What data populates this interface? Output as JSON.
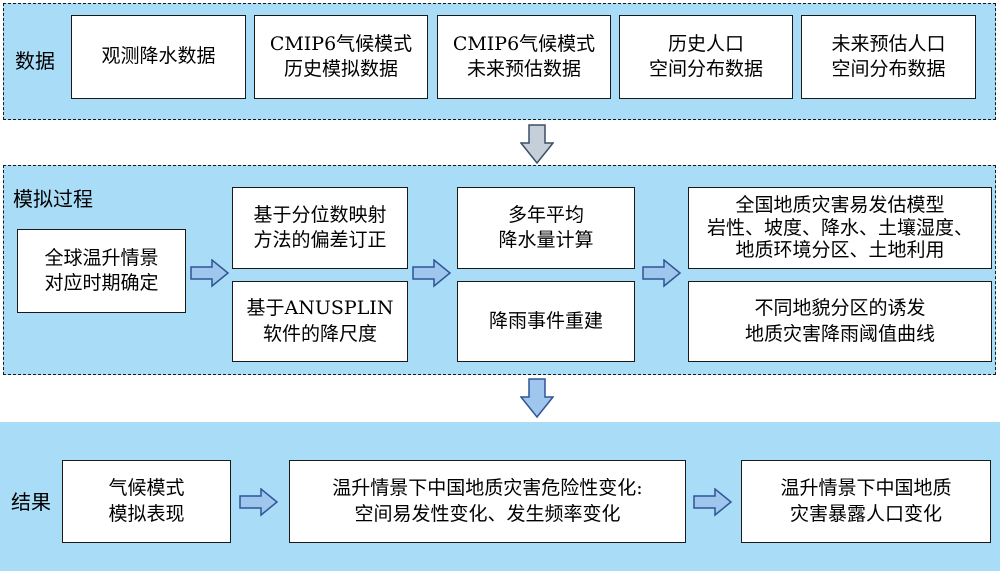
{
  "data_section": {
    "label": "数据",
    "boxes": [
      [
        "观测降水数据"
      ],
      [
        "CMIP6气候模式",
        "历史模拟数据"
      ],
      [
        "CMIP6气候模式",
        "未来预估数据"
      ],
      [
        "历史人口",
        "空间分布数据"
      ],
      [
        "未来预估人口",
        "空间分布数据"
      ]
    ]
  },
  "simulation_section": {
    "label": "模拟过程",
    "warming_box": [
      "全球温升情景",
      "对应时期确定"
    ],
    "bias_box": [
      "基于分位数映射",
      "方法的偏差订正"
    ],
    "downscale_box": [
      "基于ANUSPLIN",
      "软件的降尺度"
    ],
    "precip_box": [
      "多年平均",
      "降水量计算"
    ],
    "event_box": [
      "降雨事件重建"
    ],
    "model_box": [
      "全国地质灾害易发估模型",
      "岩性、坡度、降水、土壤湿度、",
      "地质环境分区、土地利用"
    ],
    "threshold_box": [
      "不同地貌分区的诱发",
      "地质灾害降雨阈值曲线"
    ]
  },
  "result_section": {
    "label": "结果",
    "boxes": [
      [
        "气候模式",
        "模拟表现"
      ],
      [
        "温升情景下中国地质灾害危险性变化:",
        "空间易发性变化、发生频率变化"
      ],
      [
        "温升情景下中国地质",
        "灾害暴露人口变化"
      ]
    ]
  },
  "colors": {
    "panel_fill": "#a9dcf6",
    "arrow_fill": "#9fc7ee",
    "arrow_stroke": "#2f5597",
    "down_arrow_fill": "#c4cfd9",
    "down_arrow_stroke": "#3d4f66"
  }
}
